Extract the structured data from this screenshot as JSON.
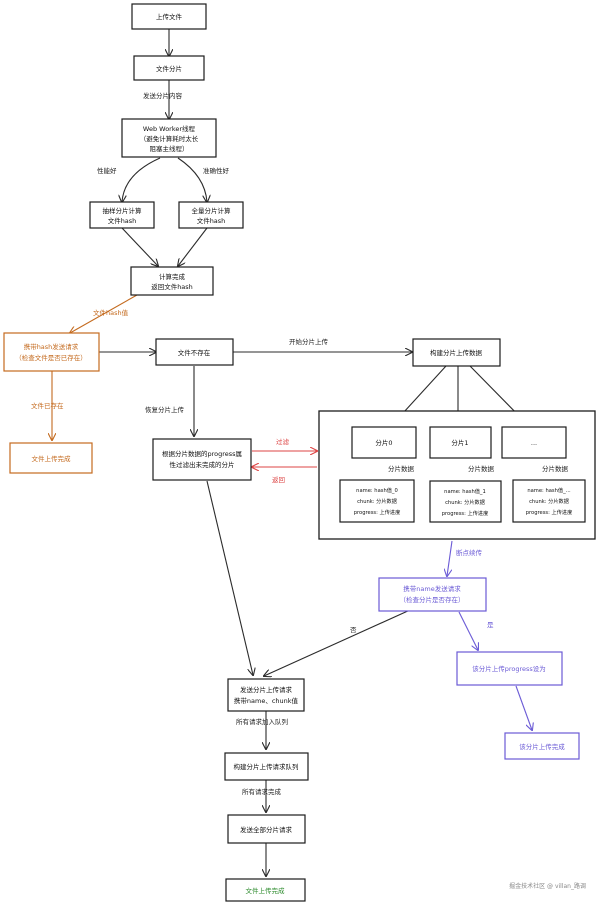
{
  "nodes": {
    "upload_file": "上传文件",
    "file_slice": "文件分片",
    "webworker_line1": "Web Worker线程",
    "webworker_line2": "（避免计算耗时太长",
    "webworker_line3": "阻塞主线程）",
    "sample_hash_line1": "抽样分片计算",
    "sample_hash_line2": "文件hash",
    "full_hash_line1": "全量分片计算",
    "full_hash_line2": "文件hash",
    "calc_done_line1": "计算完成",
    "calc_done_line2": "返回文件hash",
    "hash_request_line1": "携带hash发送请求",
    "hash_request_line2": "（检查文件是否已存在）",
    "upload_done_orange": "文件上传完成",
    "file_not_exist": "文件不存在",
    "build_slice_data": "构建分片上传数据",
    "slice0": "分片0",
    "slice1": "分片1",
    "slice_more": "...",
    "slice0_data_line1": "name: hash值_0",
    "slice0_data_line2": "chunk: 分片数据",
    "slice0_data_line3": "progress: 上传进度",
    "slice1_data_line1": "name: hash值_1",
    "slice1_data_line2": "chunk: 分片数据",
    "slice1_data_line3": "progress: 上传进度",
    "slicen_data_line1": "name: hash值_...",
    "slicen_data_line2": "chunk: 分片数据",
    "slicen_data_line3": "progress: 上传进度",
    "filter_line1": "根据分片数据的progress属",
    "filter_line2": "性过滤出未完成的分片",
    "name_request_line1": "携带name发送请求",
    "name_request_line2": "（检查分片是否存在）",
    "slice_progress_done": "该分片上传progress设为",
    "slice_upload_done": "该分片上传完成",
    "send_request_line1": "发送分片上传请求",
    "send_request_line2": "携带name、chunk值",
    "build_queue": "构建分片上传请求队列",
    "send_slice_request": "发送全部分片请求",
    "file_upload_done": "文件上传完成"
  },
  "edge_labels": {
    "send_slice_content": "发送分片内容",
    "performance": "性能好",
    "accuracy": "准确性好",
    "file_hash": "文件hash值",
    "file_exists": "文件已存在",
    "start_upload": "开始分片上传",
    "resume_upload": "恢复分片上传",
    "slice_data_0": "分片数据",
    "slice_data_1": "分片数据",
    "slice_data_n": "分片数据",
    "filter": "过滤",
    "return": "返回",
    "resume_upload_purple": "断点续传",
    "no": "否",
    "yes": "是",
    "all_requests_queued": "所有请求加入队列",
    "all_requests_done": "所有请求完成"
  },
  "colors": {
    "stroke": "#1c1c1c",
    "orange": "#c46a1e",
    "purple": "#6b5bd6",
    "red": "#dd4444",
    "green": "#2a8a2a"
  },
  "watermark": "掘金技术社区 @ villan_路调"
}
